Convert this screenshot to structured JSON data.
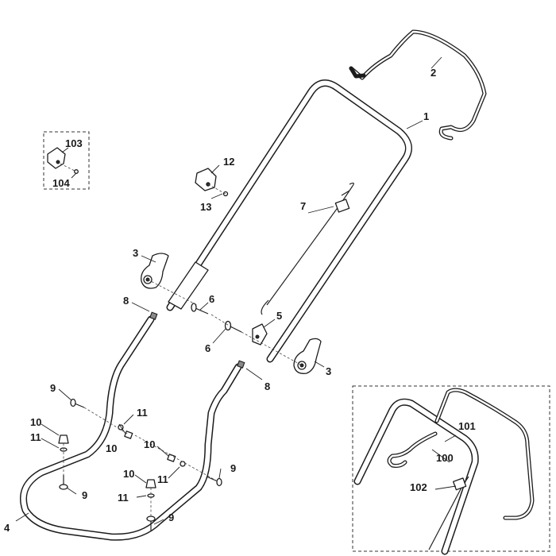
{
  "diagram": {
    "callouts": {
      "c1": "1",
      "c2": "2",
      "c3a": "3",
      "c3b": "3",
      "c4": "4",
      "c5": "5",
      "c6a": "6",
      "c6b": "6",
      "c7": "7",
      "c8a": "8",
      "c8b": "8",
      "c9a": "9",
      "c9b": "9",
      "c9c": "9",
      "c9d": "9",
      "c10a": "10",
      "c10b": "10",
      "c10c": "10",
      "c10d": "10",
      "c11a": "11",
      "c11b": "11",
      "c11c": "11",
      "c11d": "11",
      "c12": "12",
      "c13": "13",
      "c100": "100",
      "c101": "101",
      "c102": "102",
      "c103": "103",
      "c104": "104"
    }
  }
}
